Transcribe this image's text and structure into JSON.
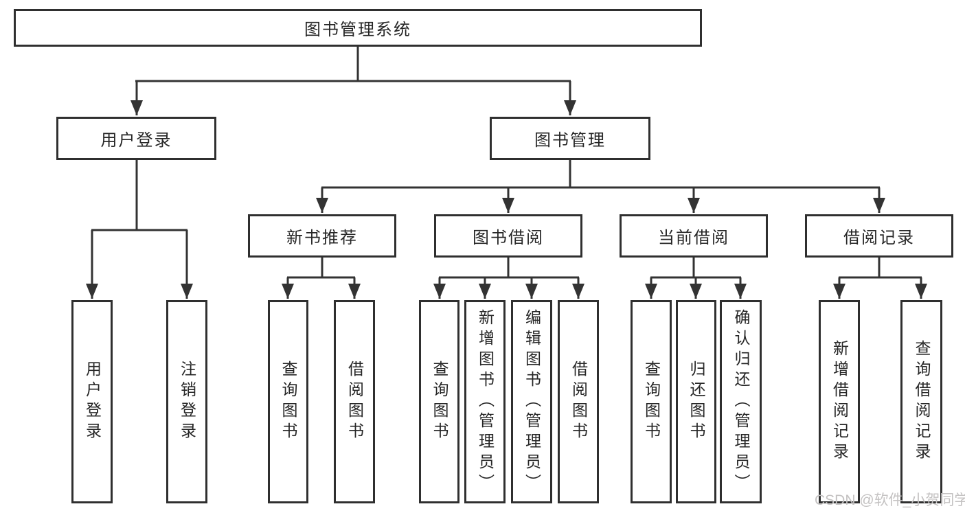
{
  "diagram": {
    "title": "图书管理系统",
    "root": {
      "label": "图书管理系统"
    },
    "level2": {
      "user_login": {
        "label": "用户登录"
      },
      "book_mgmt": {
        "label": "图书管理"
      }
    },
    "level3": {
      "new_books": {
        "label": "新书推荐"
      },
      "book_borrow": {
        "label": "图书借阅"
      },
      "current_borrow": {
        "label": "当前借阅"
      },
      "borrow_records": {
        "label": "借阅记录"
      }
    },
    "leaves": {
      "user_login_leaf": {
        "label": "用户登录"
      },
      "logout_leaf": {
        "label": "注销登录"
      },
      "nb_query_books": {
        "label": "查询图书"
      },
      "nb_borrow_books": {
        "label": "借阅图书"
      },
      "bb_query_books": {
        "label": "查询图书"
      },
      "bb_add_books": {
        "label": "新增图书（管理员）"
      },
      "bb_edit_books": {
        "label": "编辑图书（管理员）"
      },
      "bb_borrow_books": {
        "label": "借阅图书"
      },
      "cb_query_books": {
        "label": "查询图书"
      },
      "cb_return_books": {
        "label": "归还图书"
      },
      "cb_confirm_return": {
        "label": "确认归还（管理员）"
      },
      "br_add_record": {
        "label": "新增借阅记录"
      },
      "br_query_record": {
        "label": "查询借阅记录"
      }
    }
  },
  "watermark": {
    "text": "CSDN @软件_小贺同学"
  },
  "colors": {
    "line": "#333333",
    "border": "#2f2f2f",
    "text": "#262626",
    "background": "#ffffff",
    "watermark": "#c4c2c2"
  }
}
